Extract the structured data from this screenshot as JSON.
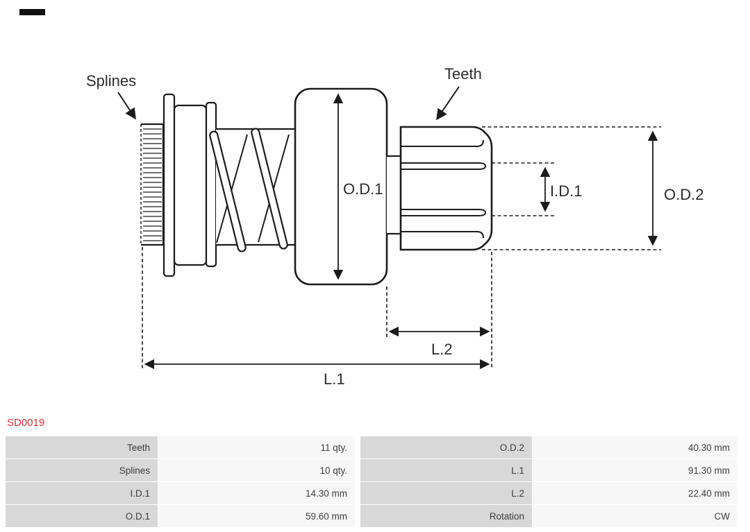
{
  "icons": {
    "brand_logo_bar": "black-rectangle"
  },
  "part_number": "SD0019",
  "colors": {
    "part_number_red": "#CC3333",
    "line_color": "#1B1B1B",
    "table_label_bg": "#D8D8D8",
    "table_value_bg": "#F7F7F7"
  },
  "diagram": {
    "labels": {
      "splines": "Splines",
      "teeth": "Teeth",
      "od1": "O.D.1",
      "id1": "I.D.1",
      "od2": "O.D.2",
      "l1": "L.1",
      "l2": "L.2"
    }
  },
  "table": {
    "rows": [
      {
        "label1": "Teeth",
        "value1": "11 qty.",
        "label2": "O.D.2",
        "value2": "40.30 mm"
      },
      {
        "label1": "Splines",
        "value1": "10 qty.",
        "label2": "L.1",
        "value2": "91.30 mm"
      },
      {
        "label1": "I.D.1",
        "value1": "14.30 mm",
        "label2": "L.2",
        "value2": "22.40 mm"
      },
      {
        "label1": "O.D.1",
        "value1": "59.60 mm",
        "label2": "Rotation",
        "value2": "CW"
      }
    ]
  }
}
